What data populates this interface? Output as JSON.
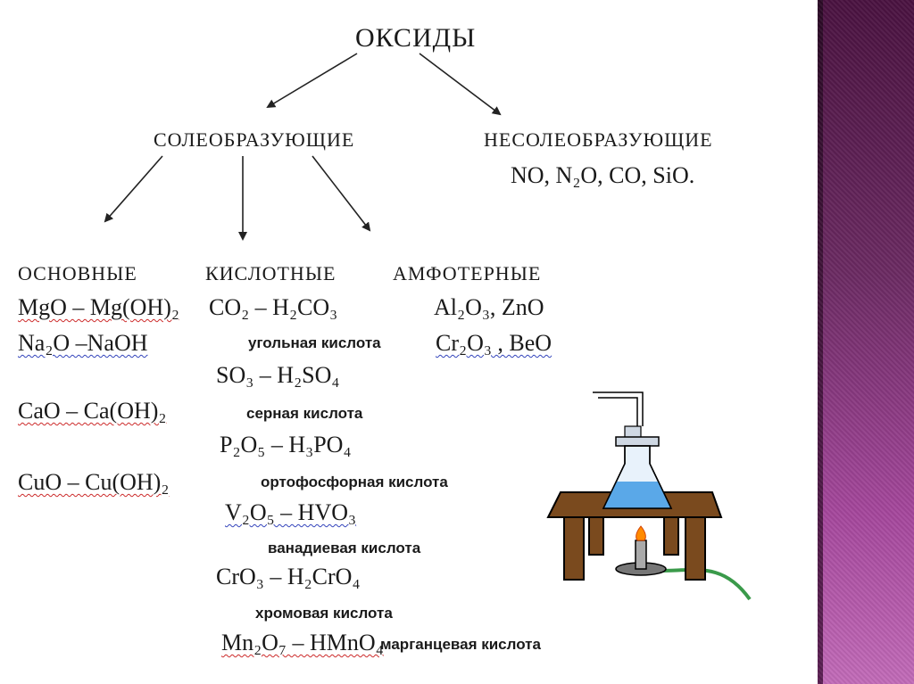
{
  "title": "ОКСИДЫ",
  "branches": {
    "salt_forming": "СОЛЕОБРАЗУЮЩИЕ",
    "non_salt_forming": "НЕСОЛЕОБРАЗУЮЩИЕ",
    "non_salt_forming_examples": "NO, N₂O, CO, SiO."
  },
  "categories": {
    "basic": {
      "label": "ОСНОВНЫЕ",
      "items": [
        "MgO – Mg(OH)₂",
        "Na₂O –NaOH",
        "CaO – Ca(OH)₂",
        "CuO – Cu(OH)₂"
      ]
    },
    "acidic": {
      "label": "КИСЛОТНЫЕ",
      "items": [
        {
          "formula": "CO₂ – H₂CO₃",
          "name": "угольная кислота"
        },
        {
          "formula": "SO₃ – H₂SO₄",
          "name": "серная кислота"
        },
        {
          "formula": "P₂O₅ – H₃PO₄",
          "name": "ортофосфорная кислота"
        },
        {
          "formula": "V₂O₅ – HVO₃",
          "name": "ванадиевая кислота"
        },
        {
          "formula": "CrO₃ – H₂CrO₄",
          "name": "хромовая кислота"
        },
        {
          "formula": "Mn₂O₇ – HMnO₄",
          "name": "марганцевая кислота"
        }
      ]
    },
    "amphoteric": {
      "label": "АМФОТЕРНЫЕ",
      "items": [
        "Al₂O₃, ZnO",
        "Cr₂O₃ , BeO"
      ]
    }
  },
  "colors": {
    "sidebar_top": "#4a1240",
    "sidebar_bottom": "#c26bb8",
    "liquid": "#5aa8e8",
    "table": "#7a4a1e",
    "tube": "#3a9a4a",
    "flame": "#ff8a00"
  },
  "illustration": {
    "icons": [
      "flask-icon",
      "table-icon",
      "burner-icon",
      "flame-icon",
      "tube-icon"
    ]
  }
}
